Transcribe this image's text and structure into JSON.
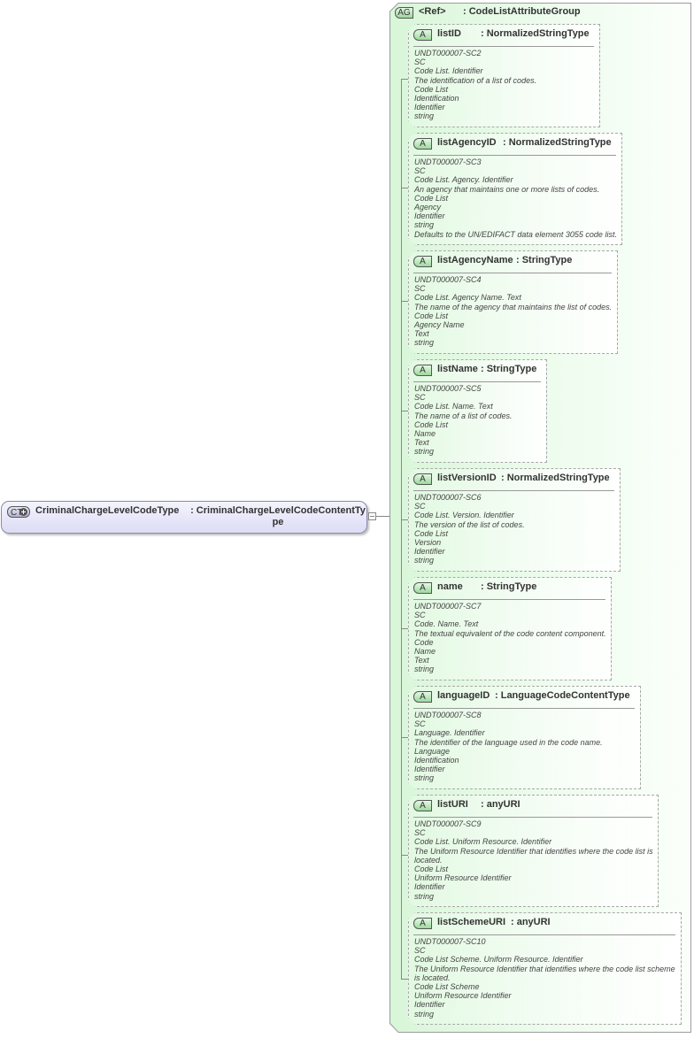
{
  "complex_type": {
    "badge": "CT",
    "name": "CriminalChargeLevelCodeType",
    "type": ": CriminalChargeLevelCodeContentType"
  },
  "attribute_group": {
    "badge": "AG",
    "ref": "<Ref>",
    "type": ": CodeListAttributeGroup"
  },
  "attributes": [
    {
      "badge": "A",
      "name": "listID",
      "type": ": NormalizedStringType",
      "doc": [
        "UNDT000007-SC2",
        "SC",
        "Code List. Identifier",
        "The identification of a list of codes.",
        "Code List",
        "Identification",
        "Identifier",
        "string"
      ]
    },
    {
      "badge": "A",
      "name": "listAgencyID",
      "type": ": NormalizedStringType",
      "doc": [
        "UNDT000007-SC3",
        "SC",
        "Code List. Agency. Identifier",
        "An agency that maintains one or more lists of codes.",
        "Code List",
        "Agency",
        "Identifier",
        "string",
        "Defaults to the UN/EDIFACT data element 3055 code list."
      ]
    },
    {
      "badge": "A",
      "name": "listAgencyName",
      "type": ": StringType",
      "doc": [
        "UNDT000007-SC4",
        "SC",
        "Code List. Agency Name. Text",
        "The name of the agency that maintains the list of codes.",
        "Code List",
        "Agency Name",
        "Text",
        "string"
      ]
    },
    {
      "badge": "A",
      "name": "listName",
      "type": ": StringType",
      "doc": [
        "UNDT000007-SC5",
        "SC",
        "Code List. Name. Text",
        "The name of a list of codes.",
        "Code List",
        "Name",
        "Text",
        "string"
      ]
    },
    {
      "badge": "A",
      "name": "listVersionID",
      "type": ": NormalizedStringType",
      "doc": [
        "UNDT000007-SC6",
        "SC",
        "Code List. Version. Identifier",
        "The version of the list of codes.",
        "Code List",
        "Version",
        "Identifier",
        "string"
      ]
    },
    {
      "badge": "A",
      "name": "name",
      "type": ": StringType",
      "doc": [
        "UNDT000007-SC7",
        "SC",
        "Code. Name. Text",
        "The textual equivalent of the code content component.",
        "Code",
        "Name",
        "Text",
        "string"
      ]
    },
    {
      "badge": "A",
      "name": "languageID",
      "type": ": LanguageCodeContentType",
      "doc": [
        "UNDT000007-SC8",
        "SC",
        "Language. Identifier",
        "The identifier of the language used in the code name.",
        "Language",
        "Identification",
        "Identifier",
        "string"
      ]
    },
    {
      "badge": "A",
      "name": "listURI",
      "type": ": anyURI",
      "doc": [
        "UNDT000007-SC9",
        "SC",
        "Code List. Uniform Resource. Identifier",
        "The Uniform Resource Identifier that identifies where the code list is located.",
        "Code List",
        "Uniform Resource Identifier",
        "Identifier",
        "string"
      ]
    },
    {
      "badge": "A",
      "name": "listSchemeURI",
      "type": ": anyURI",
      "doc": [
        "UNDT000007-SC10",
        "SC",
        "Code List Scheme. Uniform Resource. Identifier",
        "The Uniform Resource Identifier that identifies where the code list scheme is located.",
        "Code List Scheme",
        "Uniform Resource Identifier",
        "Identifier",
        "string"
      ]
    }
  ],
  "colors": {
    "ct_fill": "#dcdcf4",
    "ag_fill": "#d8f6d8",
    "badge_green": "#9ed89e",
    "border": "#9c9c9c"
  }
}
